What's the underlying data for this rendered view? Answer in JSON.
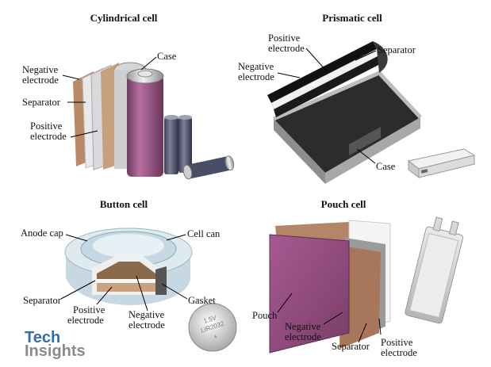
{
  "panels": {
    "cylindrical": {
      "title": "Cylindrical cell",
      "labels": {
        "case": "Case",
        "negative_l1": "Negative",
        "negative_l2": "electrode",
        "separator": "Separator",
        "positive_l1": "Positive",
        "positive_l2": "electrode"
      }
    },
    "prismatic": {
      "title": "Prismatic cell",
      "labels": {
        "positive_l1": "Positive",
        "positive_l2": "electrode",
        "separator": "Separator",
        "negative_l1": "Negative",
        "negative_l2": "electrode",
        "case": "Case"
      }
    },
    "button": {
      "title": "Button cell",
      "labels": {
        "anode_cap": "Anode cap",
        "cell_can": "Cell can",
        "separator": "Separator",
        "gasket": "Gasket",
        "positive_l1": "Positive",
        "positive_l2": "electrode",
        "negative_l1": "Negative",
        "negative_l2": "electrode"
      },
      "coin_text": {
        "line1": "1.5V",
        "line2": "LIR2032",
        "line3": "+"
      }
    },
    "pouch": {
      "title": "Pouch cell",
      "labels": {
        "pouch": "Pouch",
        "negative_l1": "Negative",
        "negative_l2": "electrode",
        "separator": "Separator",
        "positive_l1": "Positive",
        "positive_l2": "electrode"
      }
    }
  },
  "logo": {
    "line1": "Tech",
    "line2": "Insights"
  },
  "colors": {
    "purple": "#8e4d7c",
    "copper": "#a87a5a",
    "steel": "#c9c9c9",
    "logo_blue": "#2f6fa7",
    "logo_gray": "#8a8a8a"
  }
}
